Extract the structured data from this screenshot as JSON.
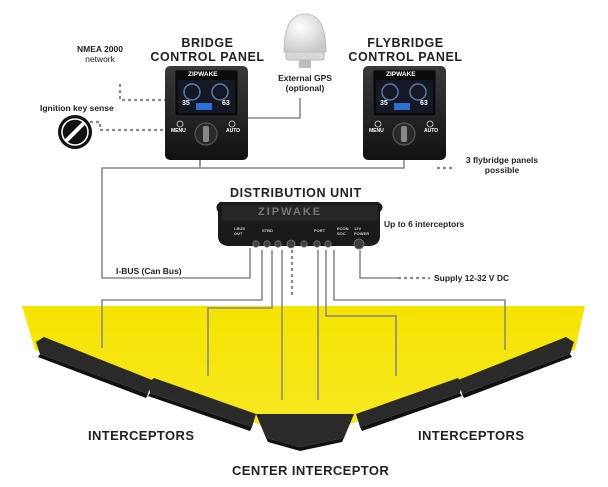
{
  "title_bridge_line1": "BRIDGE",
  "title_bridge_line2": "CONTROL PANEL",
  "title_flybridge_line1": "FLYBRIDGE",
  "title_flybridge_line2": "CONTROL PANEL",
  "nmea_line1": "NMEA 2000",
  "nmea_line2": "network",
  "ignition": "Ignition key sense",
  "gps_line1": "External GPS",
  "gps_line2": "(optional)",
  "flybridge_note_line1": "3 flybridge panels",
  "flybridge_note_line2": "possible",
  "distribution_unit": "DISTRIBUTION UNIT",
  "up_to": "Up to 6 interceptors",
  "supply": "Supply 12-32 V DC",
  "ibus": "I-BUS (Can Bus)",
  "interceptors_left": "INTERCEPTORS",
  "interceptors_right": "INTERCEPTORS",
  "center_interceptor": "CENTER INTERCEPTOR",
  "panel": {
    "brand": "ZIPWAKE",
    "speed": "35",
    "trim": "63",
    "menu": "MENU",
    "auto": "AUTO"
  },
  "dist_unit": {
    "brand": "ZIPWAKE",
    "port_labels": [
      "I-BUS OUT",
      "STBD",
      "PORT",
      "ECON SOC",
      "12V POWER"
    ]
  },
  "colors": {
    "highlight": "#f5e400",
    "device": "#1c1c1c",
    "wire": "#8a8a8a"
  }
}
